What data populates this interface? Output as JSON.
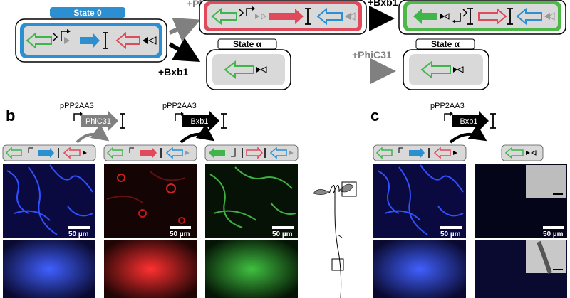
{
  "figure": {
    "top": {
      "state0_label": "State 0",
      "state_alpha_label": "State α",
      "phic31_label": "+PhiC31",
      "bxb1_label": "+Bxb1"
    },
    "panel_b": {
      "letter": "b",
      "promoter1": "pPP2AA3",
      "enzyme1": "PhiC31",
      "promoter2": "pPP2AA3",
      "enzyme2": "Bxb1"
    },
    "panel_c": {
      "letter": "c",
      "promoter": "pPP2AA3",
      "enzyme": "Bxb1"
    },
    "scale_bar": "50 µm"
  },
  "colors": {
    "state0_blue": "#2b8fd2",
    "state1_red": "#e04a5a",
    "state2_green": "#4db848",
    "reporter_green": "#3fb54a",
    "reporter_blue": "#2b8fd2",
    "reporter_red": "#e04a5a",
    "arrow_gray": "#808080",
    "arrow_black": "#000000"
  },
  "icons": [
    "green-outline-arrow-icon",
    "promoter-arrow-icon",
    "terminator-icon",
    "att-site-triangle-icon",
    "plant-seedling-icon"
  ]
}
